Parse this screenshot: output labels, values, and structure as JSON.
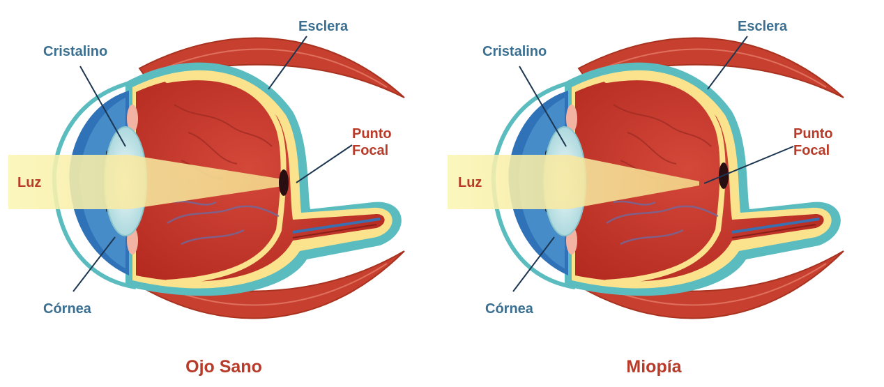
{
  "panels": [
    {
      "title": "Ojo Sano",
      "labels": {
        "lens": "Cristalino",
        "sclera": "Esclera",
        "light": "Luz",
        "focal_line1": "Punto",
        "focal_line2": "Focal",
        "cornea": "Córnea"
      }
    },
    {
      "title": "Miopía",
      "labels": {
        "lens": "Cristalino",
        "sclera": "Esclera",
        "light": "Luz",
        "focal_line1": "Punto",
        "focal_line2": "Focal",
        "cornea": "Córnea"
      }
    }
  ],
  "colors": {
    "label_blue": "#3a6f91",
    "label_red": "#b83a28",
    "muscle": "#c7402f",
    "sclera_outer": "#5bbcc0",
    "retina_yellow": "#fbe38e",
    "eye_interior": "#c23a2c",
    "cornea_blue": "#2f72b8",
    "lens": "#cfe9ec",
    "light_beam": "#f9efa0"
  }
}
